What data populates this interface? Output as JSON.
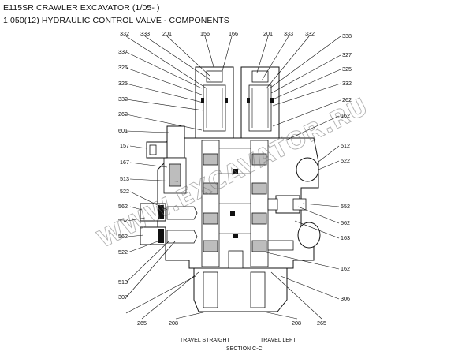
{
  "header": {
    "title": "E115SR CRAWLER EXCAVATOR (1/05- )",
    "subtitle": "1.050(12) HYDRAULIC CONTROL VALVE - COMPONENTS"
  },
  "watermark": "WWW.EXCAVATOR.RU",
  "captions": {
    "left": "TRAVEL STRAIGHT",
    "right": "TRAVEL LEFT",
    "section": "SECTION  C-C"
  },
  "callouts": {
    "top": [
      "332",
      "333",
      "201",
      "156",
      "166",
      "201",
      "333",
      "332"
    ],
    "left": [
      "337",
      "326",
      "325",
      "332",
      "262",
      "601",
      "157",
      "167",
      "513",
      "522",
      "562",
      "552",
      "562",
      "522",
      "513",
      "307"
    ],
    "right": [
      "338",
      "327",
      "325",
      "332",
      "262",
      "162",
      "512",
      "522",
      "552",
      "562",
      "163",
      "162",
      "306"
    ],
    "bottom": [
      "265",
      "208",
      "208",
      "265"
    ]
  }
}
